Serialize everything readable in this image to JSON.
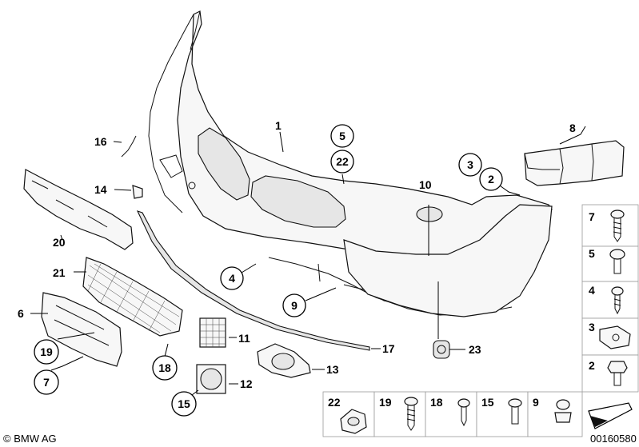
{
  "callouts": {
    "c1": "1",
    "c2": "2",
    "c3": "3",
    "c4": "4",
    "c5": "5",
    "c6": "6",
    "c7": "7",
    "c8": "8",
    "c9": "9",
    "c10": "10",
    "c11": "11",
    "c12": "12",
    "c13": "13",
    "c14": "14",
    "c15": "15",
    "c16": "16",
    "c17": "17",
    "c18": "18",
    "c19": "19",
    "c20": "20",
    "c21": "21",
    "c22": "22",
    "c23": "23",
    "c19b": "19",
    "c7b": "7",
    "c18b": "18",
    "c15b": "15",
    "c5b": "5",
    "c22b": "22",
    "c3b": "3"
  },
  "legend_right": [
    "7",
    "5",
    "4",
    "3",
    "2"
  ],
  "legend_bottom": [
    "22",
    "19",
    "18",
    "15",
    "9"
  ],
  "footer": {
    "copyright": "© BMW AG",
    "drawing_number": "00160580"
  }
}
